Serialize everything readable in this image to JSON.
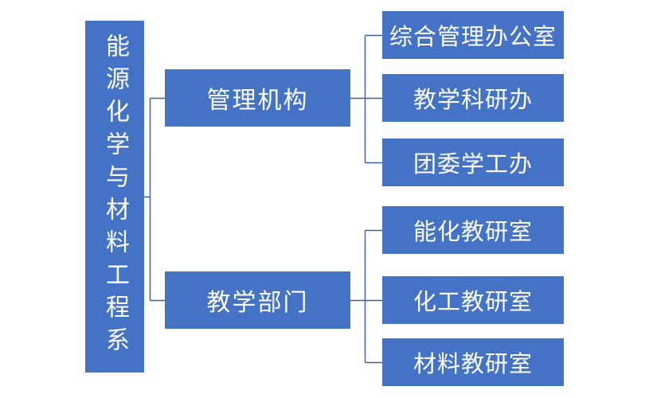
{
  "org_chart": {
    "type": "org-tree",
    "root": {
      "label": "能源化学与材料工程系"
    },
    "branches": [
      {
        "label": "管理机构",
        "children": [
          {
            "label": "综合管理办公室"
          },
          {
            "label": "教学科研办"
          },
          {
            "label": "团委学工办"
          }
        ]
      },
      {
        "label": "教学部门",
        "children": [
          {
            "label": "能化教研室"
          },
          {
            "label": "化工教研室"
          },
          {
            "label": "材料教研室"
          }
        ]
      }
    ],
    "colors": {
      "box_fill": "#4472C4",
      "box_text": "#FFFFFF",
      "connector": "#3C5F9E",
      "background": "#FFFFFF"
    }
  }
}
